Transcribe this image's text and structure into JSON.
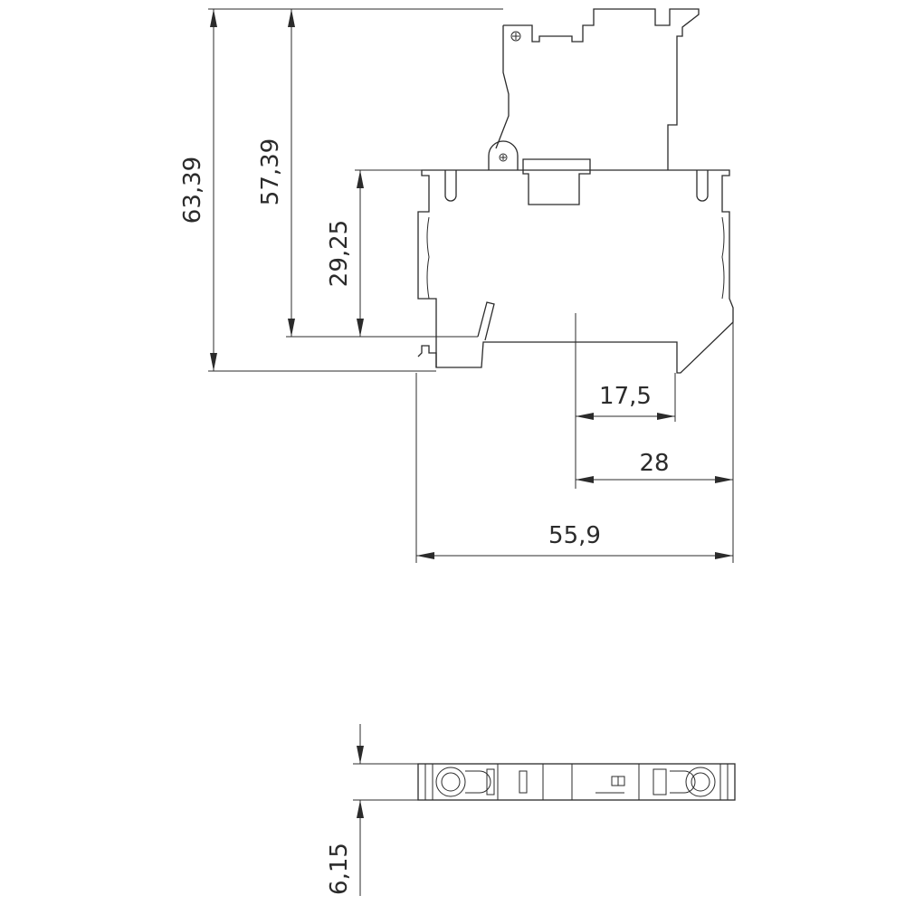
{
  "drawing": {
    "side_view": {
      "dimensions": {
        "total_height": "63,39",
        "body_height": "57,39",
        "upper_height": "29,25",
        "rail_offset": "17,5",
        "rear_offset": "28",
        "total_depth": "55,9"
      }
    },
    "top_view": {
      "dimensions": {
        "width": "6,15"
      }
    }
  }
}
